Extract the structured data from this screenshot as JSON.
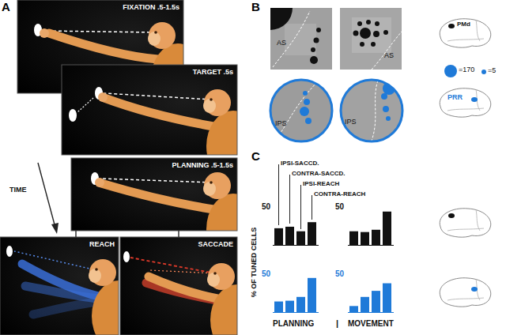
{
  "diagram": {
    "nodes": [
      {
        "text": [
          "FIXATION .5-1.5s"
        ]
      },
      {
        "text": [
          "TARGET .5s"
        ]
      },
      {
        "text": [
          "PLANNING .5-1.5s"
        ]
      },
      {
        "text": [
          "REACH"
        ]
      },
      {
        "text": [
          "SACCADE"
        ]
      }
    ],
    "edges": [
      {
        "from": 2,
        "to": 3,
        "arrow": "none"
      },
      {
        "from": 2,
        "to": 4,
        "arrow": "none"
      }
    ],
    "labels": [
      "A",
      "TIME",
      "B",
      "AS",
      "AS",
      "PMd",
      "IPS",
      "IPS",
      "PRR",
      "=170",
      "=5",
      "C",
      "IPSI-SACCD.",
      "CONTRA-SACCD.",
      "IPSI-REACH",
      "CONTRA-REACH",
      "50",
      "50",
      "50",
      "50",
      "% OF TUNED CELLS",
      "PLANNING",
      "|",
      "MOVEMENT"
    ]
  }
}
